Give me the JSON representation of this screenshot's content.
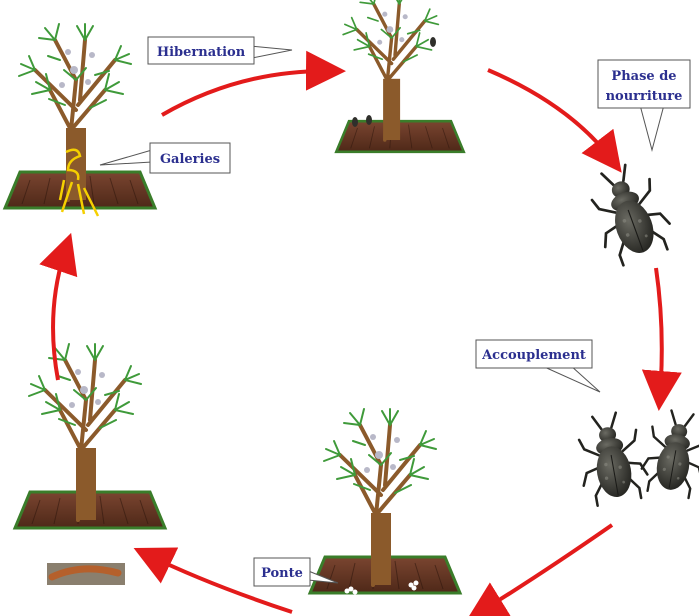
{
  "diagram": {
    "labels": {
      "hibernation": "Hibernation",
      "feeding_line1": "Phase de",
      "feeding_line2": "nourriture",
      "galleries": "Galeries",
      "mating": "Accouplement",
      "laying": "Ponte"
    },
    "colors": {
      "arrow": "#e31b1b",
      "label_text": "#2b2f8f",
      "label_border": "#555555",
      "soil": "#6b3a24",
      "soil_edge": "#3a7d2a",
      "trunk": "#8b5a2b",
      "foliage": "#3f9a3a",
      "beetle": "#3c3c38",
      "larva": "#b5602c",
      "gallery": "#f5d000"
    }
  }
}
